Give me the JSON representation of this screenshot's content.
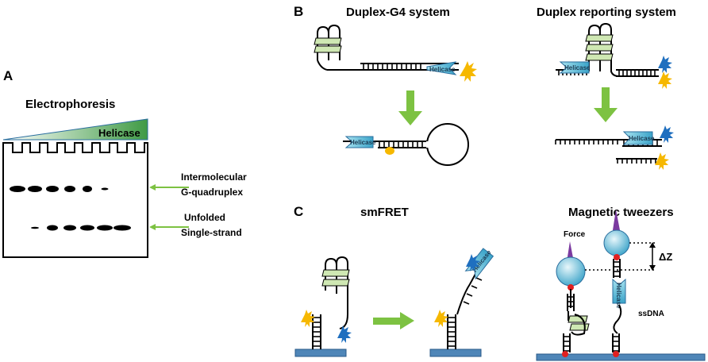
{
  "colors": {
    "arrow_green": "#7dc242",
    "helicase_fill": "#6cc3dd",
    "g4_fill": "#cfe8b3",
    "fluor_blue": "#1f6fbf",
    "fluor_yellow": "#f6b800",
    "bead": "#7ccbe0",
    "force_arrow": "#7b3aa0",
    "surface": "#4f86b8",
    "anchor": "#e02020"
  },
  "panel_a": {
    "label": "A",
    "title": "Electrophoresis",
    "gradient_label": "Helicase",
    "band1_label": "Intermolecular\nG-quadruplex",
    "band1_label_lines": [
      "Intermolecular",
      "G-quadruplex"
    ],
    "band2_label_lines": [
      "Unfolded",
      "Single-strand"
    ],
    "band1_widths": [
      20,
      18,
      16,
      14,
      12,
      9
    ],
    "band2_widths": [
      10,
      14,
      16,
      18,
      20,
      22
    ]
  },
  "panel_b": {
    "label": "B",
    "left_title": "Duplex-G4 system",
    "right_title": "Duplex reporting system",
    "helicase_label": "Helicase"
  },
  "panel_c": {
    "label": "C",
    "left_title": "smFRET",
    "right_title": "Magnetic tweezers",
    "force_label": "Force",
    "delta_z_label": "ΔZ",
    "ssdna_label": "ssDNA",
    "helicase_label": "Helicase"
  }
}
